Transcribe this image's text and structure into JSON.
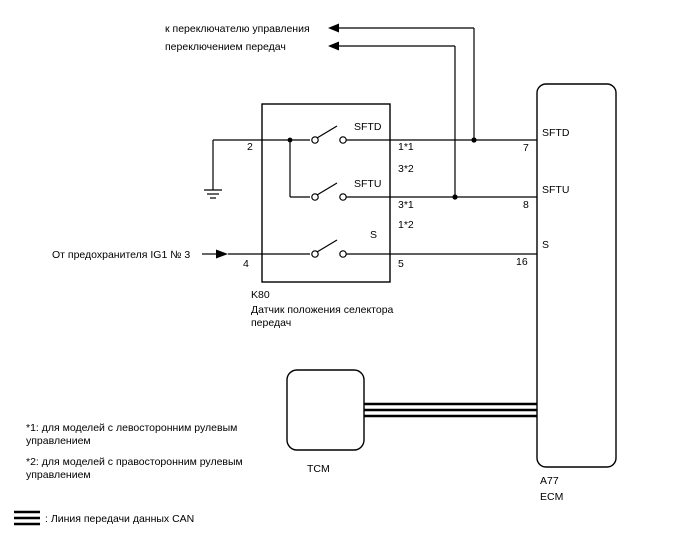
{
  "arrows_top": {
    "line1": "к переключателю управления",
    "line2": "переключением передач"
  },
  "switch_unit": {
    "id": "K80",
    "name_line1": "Датчик положения селектора",
    "name_line2": "передач",
    "pins": {
      "p2": "2",
      "p4": "4",
      "p5": "5",
      "p1_1": "1*1",
      "p3_2": "3*2",
      "p3_1": "3*1",
      "p1_2": "1*2"
    },
    "switches": {
      "sftd": "SFTD",
      "sftu": "SFTU",
      "s": "S"
    }
  },
  "fuse_source": "От предохранителя IG1 № 3",
  "ecm": {
    "id": "A77",
    "name": "ECM",
    "pins": [
      {
        "label": "SFTD",
        "num": "7"
      },
      {
        "label": "SFTU",
        "num": "8"
      },
      {
        "label": "S",
        "num": "16"
      }
    ]
  },
  "tcm": {
    "name": "TCM"
  },
  "notes": {
    "n1_line1": "*1: для моделей с левосторонним рулевым",
    "n1_line2": "управлением",
    "n2_line1": "*2: для моделей с правосторонним рулевым",
    "n2_line2": "управлением"
  },
  "legend": {
    "can_label": ": Линия передачи данных CAN"
  }
}
